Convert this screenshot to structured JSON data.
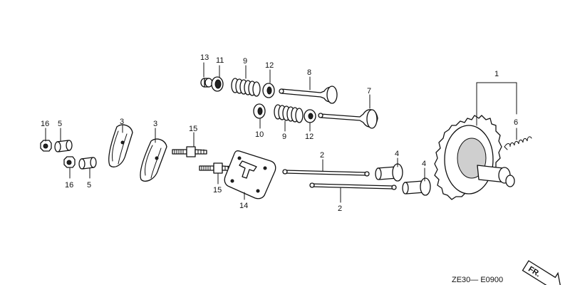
{
  "diagram": {
    "labels": {
      "l13": "13",
      "l11": "11",
      "l9a": "9",
      "l12a": "12",
      "l8": "8",
      "l7": "7",
      "l1": "1",
      "l6": "6",
      "l10": "10",
      "l9b": "9",
      "l12b": "12",
      "l3a": "3",
      "l3b": "3",
      "l15a": "15",
      "l15b": "15",
      "l16a": "16",
      "l5a": "5",
      "l16b": "16",
      "l5b": "5",
      "l2a": "2",
      "l2b": "2",
      "l4a": "4",
      "l4b": "4",
      "l14": "14"
    },
    "code": "ZE30— E0900",
    "direction_marker": "FR."
  }
}
